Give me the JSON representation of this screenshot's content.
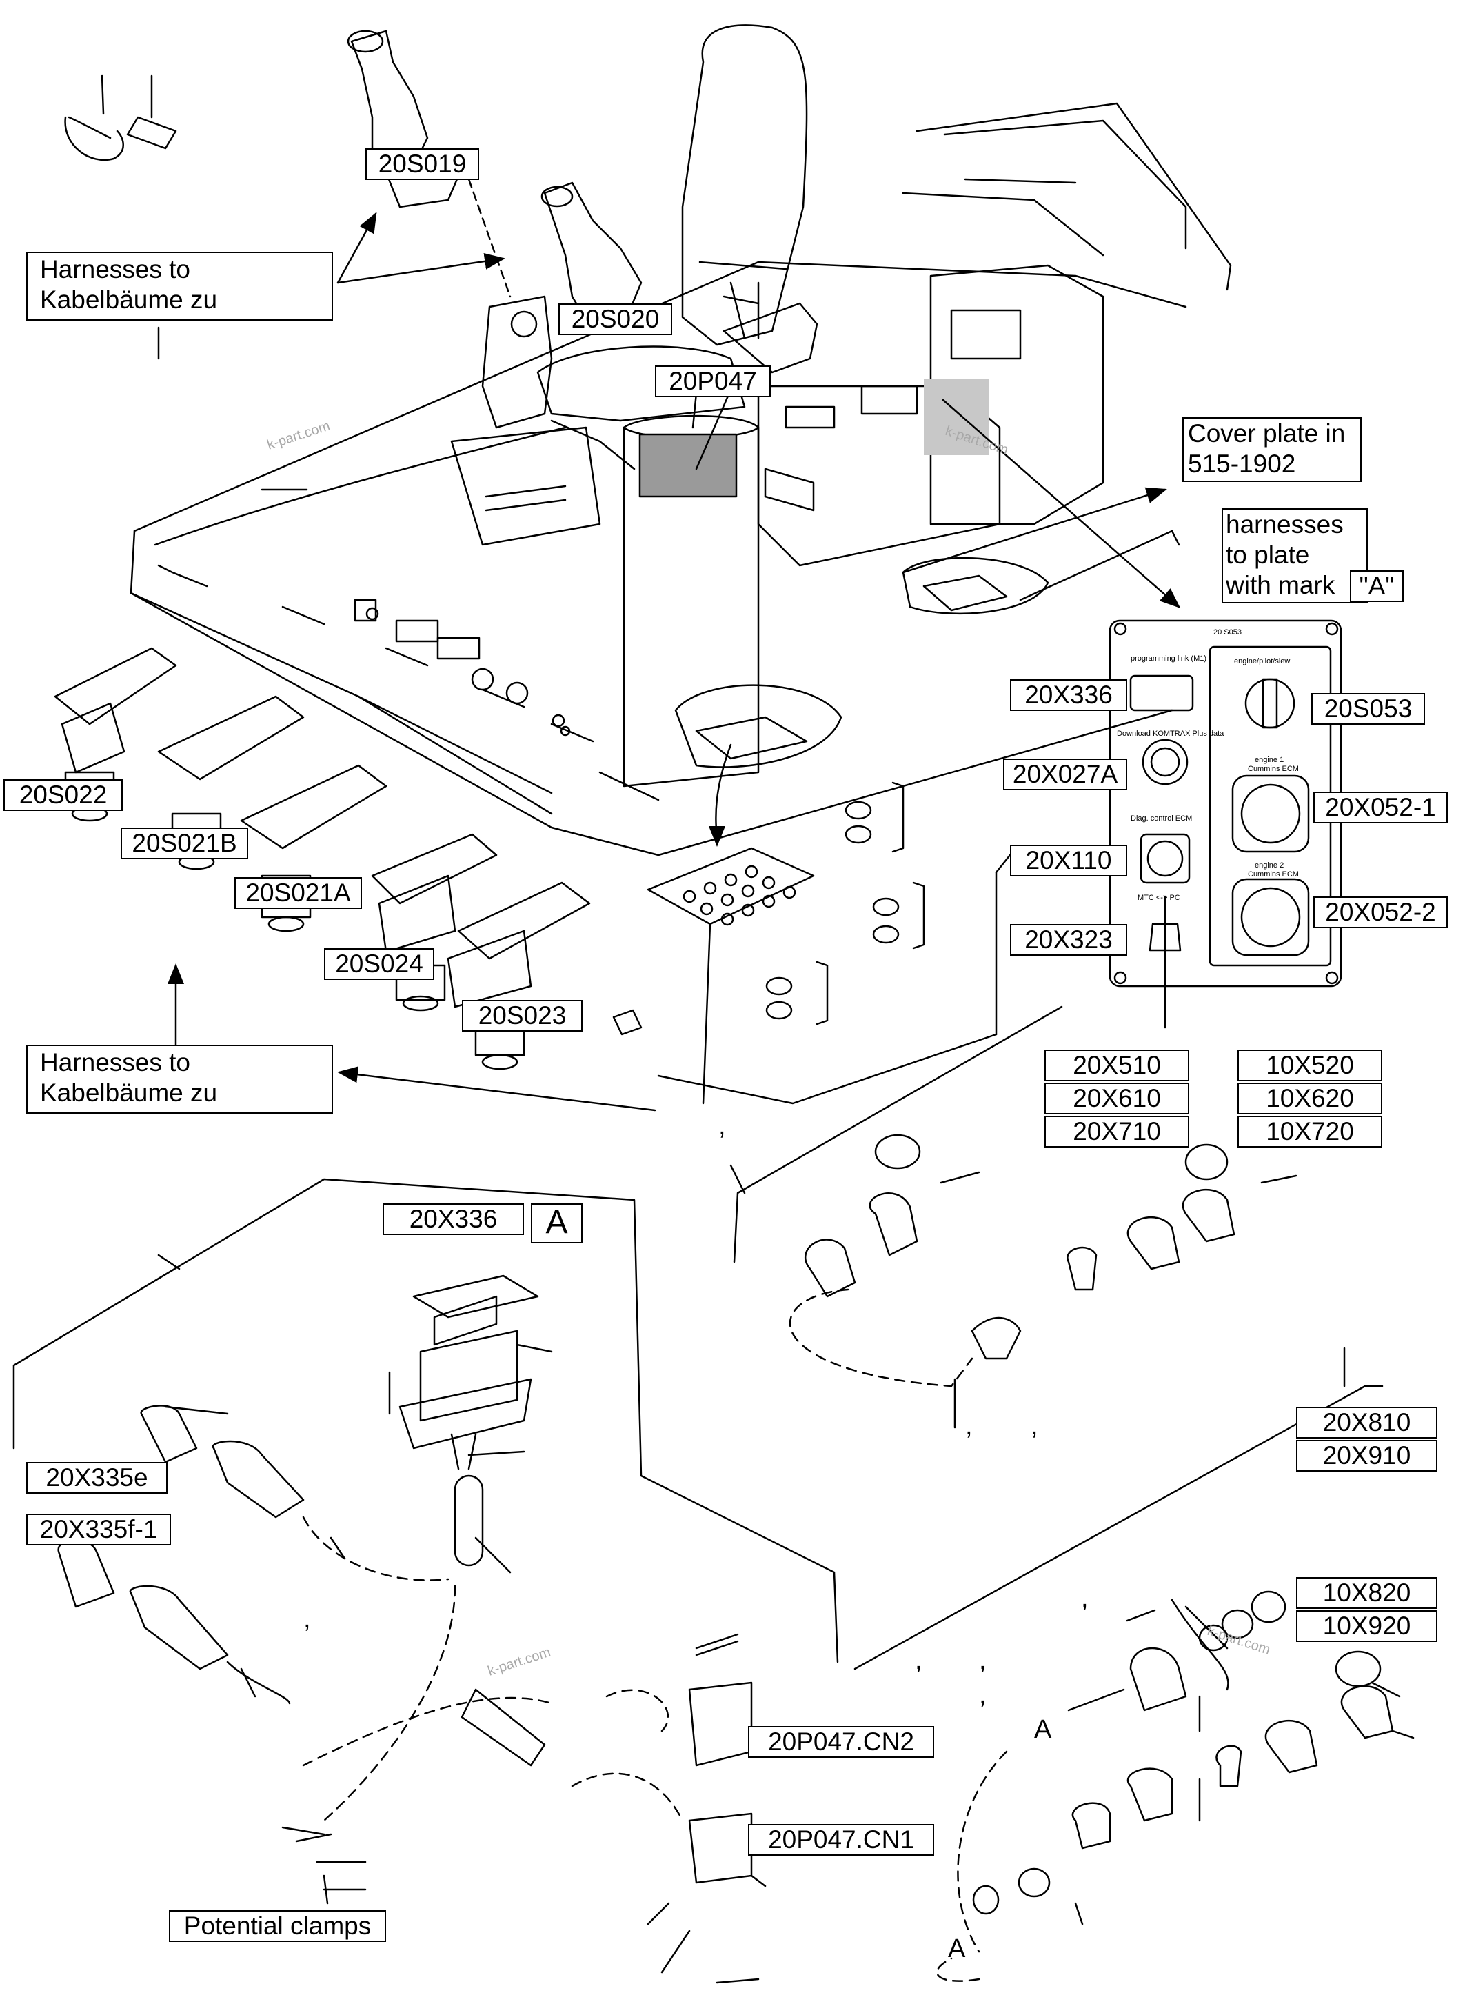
{
  "labels": {
    "s019": "20S019",
    "s020": "20S020",
    "p047": "20P047",
    "s022": "20S022",
    "s021b": "20S021B",
    "s021a": "20S021A",
    "s024": "20S024",
    "s023": "20S023",
    "x336": "20X336",
    "x027a": "20X027A",
    "x110": "20X110",
    "x323": "20X323",
    "s053": "20S053",
    "x052_1": "20X052-1",
    "x052_2": "20X052-2",
    "x510": "20X510",
    "x610": "20X610",
    "x710": "20X710",
    "x520": "10X520",
    "x620": "10X620",
    "x720": "10X720",
    "x810": "20X810",
    "x910": "20X910",
    "x820": "10X820",
    "x920": "10X920",
    "x336_detail": "20X336",
    "x335e": "20X335e",
    "x335f": "20X335f-1",
    "cn2": "20P047.CN2",
    "cn1": "20P047.CN1",
    "box_a": "A"
  },
  "notes": {
    "harness_top": [
      "Harnesses to",
      "Kabelbäume zu"
    ],
    "harness_bottom": [
      "Harnesses to",
      "Kabelbäume zu"
    ],
    "cover_plate": [
      "Cover plate in",
      "515-1902"
    ],
    "plate_mark": [
      "harnesses",
      "to plate",
      "with mark"
    ],
    "plate_mark_tag": "\"A\"",
    "potential_clamps": "Potential clamps"
  },
  "marks": {
    "a1": "A",
    "a2": "A",
    "comma": ","
  },
  "panel_text": {
    "top": "20 S053",
    "prog": "programming link (M1)",
    "download": "Download KOMTRAX Plus data",
    "engine_ctrl": "engine/pilot/slew",
    "engine1": "engine 1",
    "engine1b": "Cummins ECM",
    "diag": "Diag. control ECM",
    "engine2": "engine 2",
    "engine2b": "Cummins ECM",
    "mtc": "MTC <-> PC"
  },
  "watermarks": [
    "k-part.com",
    "k-part.com",
    "k-part.com",
    "k-part.com"
  ],
  "colors": {
    "line": "#000000",
    "screen_fill": "#9a9a9a",
    "watermark": "#a8a8a8"
  }
}
